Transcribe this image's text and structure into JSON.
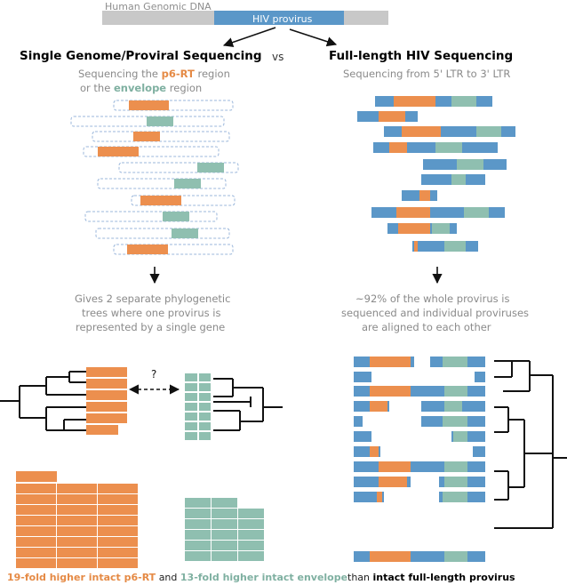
{
  "colors": {
    "orange": "#ec8f4e",
    "teal": "#8fbfb0",
    "blue": "#5b97c8",
    "grey": "#c8c8c8",
    "dash": "#9bb7db",
    "branch": "#111111"
  },
  "top_bar": {
    "label": "Human Genomic DNA",
    "provirus_label": "HIV provirus"
  },
  "left_panel": {
    "title": "Single Genome/Proviral Sequencing",
    "subtitle_line1": "Sequencing the",
    "subtitle_p6rt": "p6-RT",
    "subtitle_region1": "region",
    "subtitle_line2_pre": "or the",
    "subtitle_envelope": "envelope",
    "subtitle_region2": "region",
    "desc_line1": "Gives 2 separate phylogenetic",
    "desc_line2": "trees where one provirus is",
    "desc_line3": "represented by a single gene",
    "question_mark": "?"
  },
  "vs_label": "vs",
  "right_panel": {
    "title": "Full-length HIV Sequencing",
    "subtitle": "Sequencing from 5' LTR to 3' LTR",
    "desc_line1": "~92% of the whole provirus is",
    "desc_line2": "sequenced and individual proviruses",
    "desc_line3": "are aligned to each other"
  },
  "bottom_caption": {
    "part1": "19-fold higher intact p6-RT",
    "part2": "and",
    "part3": "13-fold higher intact envelope",
    "part4": "than",
    "part5": "intact full-length provirus"
  }
}
